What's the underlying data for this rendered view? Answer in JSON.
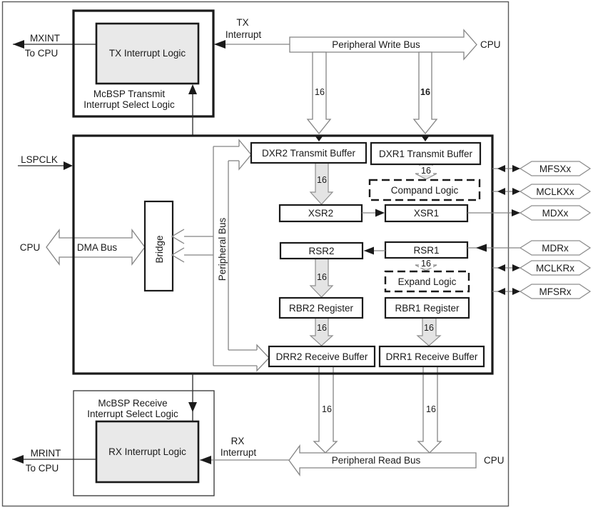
{
  "labels": {
    "mxint": "MXINT",
    "to_cpu_top": "To CPU",
    "tx_l1": "TX",
    "tx_l2": "Interrupt",
    "mrint": "MRINT",
    "to_cpu_bottom": "To CPU",
    "rx_l1": "RX",
    "rx_l2": "Interrupt",
    "lspclk": "LSPCLK",
    "cpu_dma": "CPU",
    "cpu_write": "CPU",
    "cpu_read": "CPU",
    "write_bus": "Peripheral Write Bus",
    "read_bus": "Peripheral Read Bus",
    "dma_bus": "DMA Bus",
    "peripheral_bus": "Peripheral Bus",
    "bridge": "Bridge",
    "bus16": "16"
  },
  "transmit_select": {
    "l1": "McBSP Transmit",
    "l2": "Interrupt Select Logic",
    "core": "TX Interrupt Logic"
  },
  "receive_select": {
    "l1": "McBSP Receive",
    "l2": "Interrupt Select Logic",
    "core": "RX Interrupt Logic"
  },
  "registers": {
    "dxr2": "DXR2 Transmit Buffer",
    "dxr1": "DXR1 Transmit Buffer",
    "compand": "Compand Logic",
    "xsr2": "XSR2",
    "xsr1": "XSR1",
    "rsr2": "RSR2",
    "rsr1": "RSR1",
    "expand": "Expand Logic",
    "rbr2": "RBR2 Register",
    "rbr1": "RBR1 Register",
    "drr2": "DRR2 Receive Buffer",
    "drr1": "DRR1 Receive Buffer"
  },
  "pins": [
    "MFSXx",
    "MCLKXx",
    "MDXx",
    "MDRx",
    "MCLKRx",
    "MFSRx"
  ],
  "colors": {
    "logic_box_fill": "#e9e9e9",
    "gray_arrow_fill": "#e4e4e4",
    "line_gray": "#848484",
    "border_black": "#1a1a1a"
  }
}
